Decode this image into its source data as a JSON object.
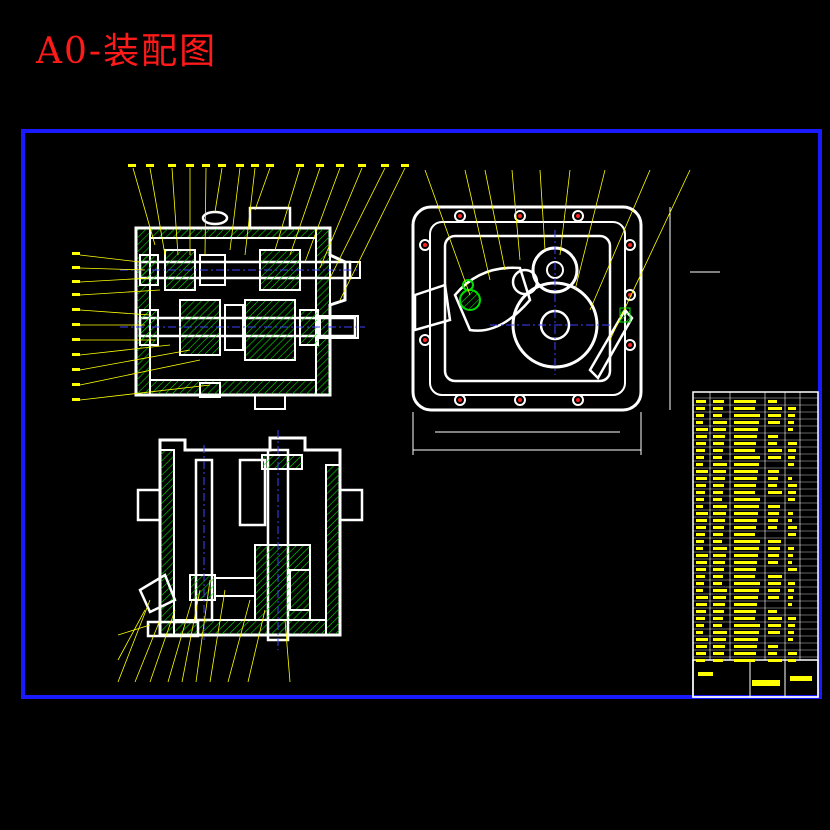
{
  "title": "A0-装配图",
  "colors": {
    "background": "#000000",
    "title": "#ff1a1a",
    "frame": "#1a1aff",
    "outline": "#ffffff",
    "hatch": "#00e000",
    "leader": "#ffff00",
    "centerline": "#4040ff"
  },
  "views": [
    "front-section-view",
    "side-view",
    "plan-section-view"
  ],
  "icons": [
    "gear-icon",
    "shaft-icon",
    "bolt-icon"
  ]
}
